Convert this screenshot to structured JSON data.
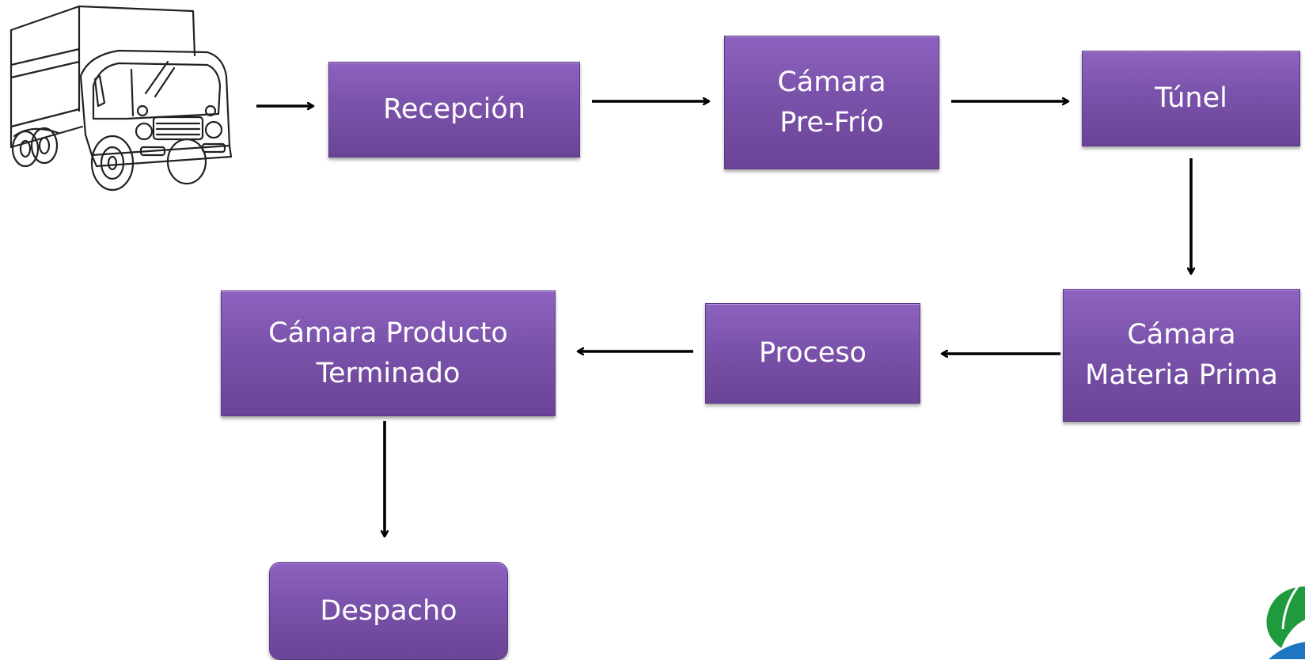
{
  "diagram": {
    "nodes": {
      "recepcion": {
        "lines": [
          "Recepción"
        ]
      },
      "camara_prefrio": {
        "lines": [
          "Cámara",
          "Pre-Frío"
        ]
      },
      "tunel": {
        "lines": [
          "Túnel"
        ]
      },
      "camara_materia_prima": {
        "lines": [
          "Cámara",
          "Materia Prima"
        ]
      },
      "proceso": {
        "lines": [
          "Proceso"
        ]
      },
      "camara_producto_terminado": {
        "lines": [
          "Cámara Producto",
          "Terminado"
        ]
      },
      "despacho": {
        "lines": [
          "Despacho"
        ]
      }
    },
    "edges": [
      {
        "from": "truck",
        "to": "recepcion"
      },
      {
        "from": "recepcion",
        "to": "camara_prefrio"
      },
      {
        "from": "camara_prefrio",
        "to": "tunel"
      },
      {
        "from": "tunel",
        "to": "camara_materia_prima"
      },
      {
        "from": "camara_materia_prima",
        "to": "proceso"
      },
      {
        "from": "proceso",
        "to": "camara_producto_terminado"
      },
      {
        "from": "camara_producto_terminado",
        "to": "despacho"
      }
    ],
    "node_color": "#7b55ad",
    "arrow_color": "#000000",
    "icons": [
      "truck-icon",
      "leaf-logo-icon"
    ]
  }
}
